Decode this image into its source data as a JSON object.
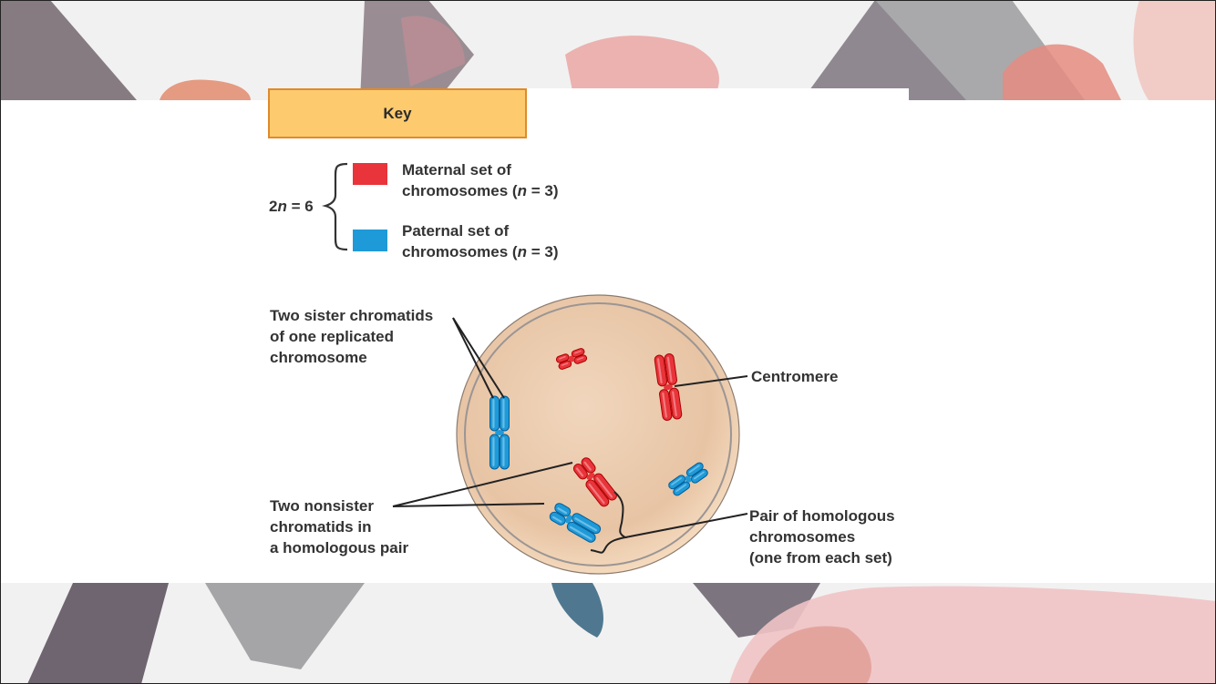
{
  "key": {
    "title": "Key",
    "ploidy_label_prefix": "2",
    "ploidy_label_italic": "n",
    "ploidy_label_suffix": " = 6",
    "entries": [
      {
        "line1": "Maternal set of",
        "line2_prefix": "chromosomes (",
        "line2_italic": "n",
        "line2_suffix": " = 3)",
        "color": "#e8343a"
      },
      {
        "line1": "Paternal set of",
        "line2_prefix": "chromosomes (",
        "line2_italic": "n",
        "line2_suffix": " = 3)",
        "color": "#1e9ad8"
      }
    ]
  },
  "labels": {
    "sister_chromatids": [
      "Two sister chromatids",
      "of one replicated",
      "chromosome"
    ],
    "centromere": [
      "Centromere"
    ],
    "nonsister_chromatids": [
      "Two nonsister",
      "chromatids in",
      "a homologous pair"
    ],
    "homologous_pair": [
      "Pair of homologous",
      "chromosomes",
      "(one from each set)"
    ]
  },
  "colors": {
    "maternal": "#e8343a",
    "paternal": "#1e9ad8",
    "cell_fill": "#ecc9a9",
    "key_fill": "#fdcb6e",
    "key_border": "#e08a2c"
  }
}
